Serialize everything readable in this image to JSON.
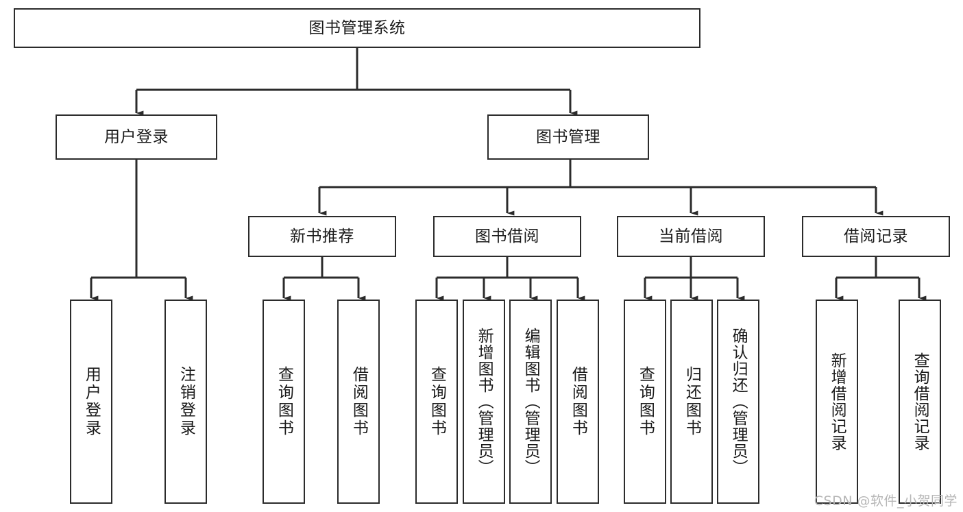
{
  "diagram": {
    "title": "图书管理系统",
    "type": "tree-hierarchy-chart",
    "watermark": "CSDN @软件_小贺同学",
    "colors": {
      "background": "#ffffff",
      "node_border": "#2b2b2b",
      "node_fill": "#ffffff",
      "connector": "#2b2b2b",
      "text": "#1a1a1a",
      "watermark": "#b6b6b6"
    },
    "levels": {
      "root": {
        "label": "图书管理系统"
      },
      "level2": [
        {
          "id": "user-login",
          "label": "用户登录"
        },
        {
          "id": "book-manage",
          "label": "图书管理"
        }
      ],
      "level3": [
        {
          "id": "new-book-recommend",
          "label": "新书推荐",
          "parent": "book-manage"
        },
        {
          "id": "book-borrow",
          "label": "图书借阅",
          "parent": "book-manage"
        },
        {
          "id": "current-borrow",
          "label": "当前借阅",
          "parent": "book-manage"
        },
        {
          "id": "borrow-record",
          "label": "借阅记录",
          "parent": "book-manage"
        }
      ],
      "level4": [
        {
          "id": "leaf-user-login",
          "label": "用户登录",
          "parent": "user-login"
        },
        {
          "id": "leaf-user-logout",
          "label": "注销登录",
          "parent": "user-login"
        },
        {
          "id": "leaf-query-book-1",
          "label": "查询图书",
          "parent": "new-book-recommend"
        },
        {
          "id": "leaf-borrow-book-1",
          "label": "借阅图书",
          "parent": "new-book-recommend"
        },
        {
          "id": "leaf-query-book-2",
          "label": "查询图书",
          "parent": "book-borrow"
        },
        {
          "id": "leaf-add-book",
          "label": "新增图书（管理员）",
          "parent": "book-borrow"
        },
        {
          "id": "leaf-edit-book",
          "label": "编辑图书（管理员）",
          "parent": "book-borrow"
        },
        {
          "id": "leaf-borrow-book-2",
          "label": "借阅图书",
          "parent": "book-borrow"
        },
        {
          "id": "leaf-query-book-3",
          "label": "查询图书",
          "parent": "current-borrow"
        },
        {
          "id": "leaf-return-book",
          "label": "归还图书",
          "parent": "current-borrow"
        },
        {
          "id": "leaf-confirm-return",
          "label": "确认归还（管理员）",
          "parent": "current-borrow"
        },
        {
          "id": "leaf-add-record",
          "label": "新增借阅记录",
          "parent": "borrow-record"
        },
        {
          "id": "leaf-query-record",
          "label": "查询借阅记录",
          "parent": "borrow-record"
        }
      ]
    }
  }
}
